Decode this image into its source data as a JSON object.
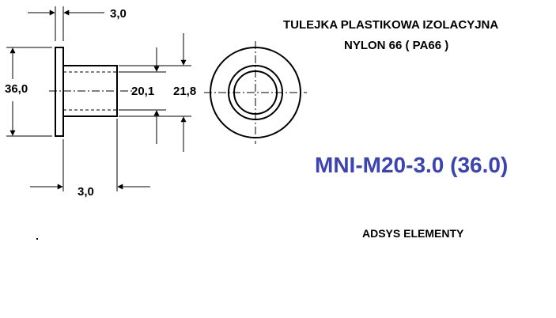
{
  "title": {
    "line1": "TULEJKA PLASTIKOWA IZOLACYJNA",
    "line2": "NYLON 66  ( PA66 )"
  },
  "product_code": "MNI-M20-3.0 (36.0)",
  "manufacturer": "ADSYS ELEMENTY",
  "dimensions": {
    "flange_thickness": "3,0",
    "flange_diameter": "36,0",
    "body_length": "3,0",
    "inner_diameter": "20,1",
    "outer_diameter": "21,8"
  },
  "colors": {
    "product_code": "#3c44b4",
    "lines": "#000000"
  }
}
